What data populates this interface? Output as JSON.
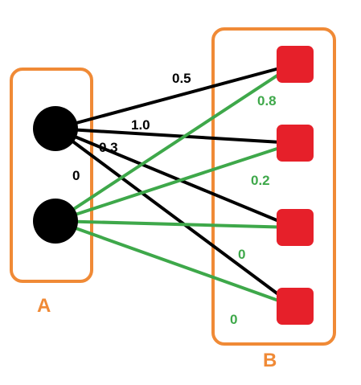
{
  "groups": {
    "a": {
      "label": "A"
    },
    "b": {
      "label": "B"
    }
  },
  "edge_labels": {
    "a1_b1": "0.5",
    "a1_b2": "1.0",
    "a1_b3": "0.3",
    "a1_b4": "0",
    "a2_b1": "0.8",
    "a2_b2": "0.2",
    "a2_b3": "0",
    "a2_b4": "0"
  },
  "colors": {
    "group_border": "#f08a36",
    "node_a": "#000000",
    "node_b": "#e6202a",
    "edge_from_a1": "#000000",
    "edge_from_a2": "#3ea84a"
  }
}
